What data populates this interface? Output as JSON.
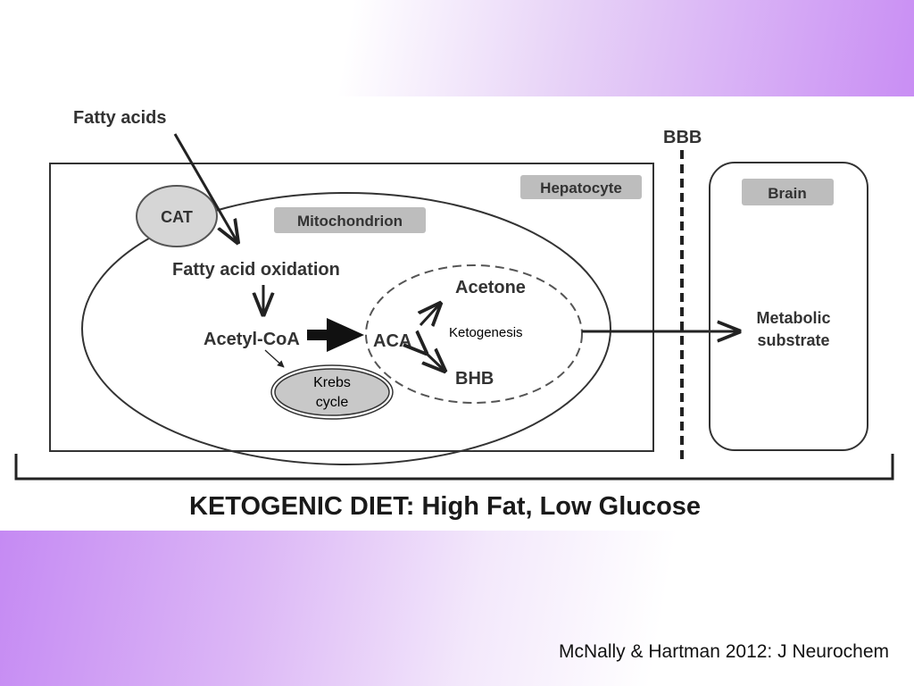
{
  "diagram": {
    "fatty_acids": "Fatty acids",
    "bbb": "BBB",
    "hepatocyte": "Hepatocyte",
    "mitochondrion": "Mitochondrion",
    "cat": "CAT",
    "fatty_acid_oxidation": "Fatty acid oxidation",
    "acetyl_coa": "Acetyl-CoA",
    "aca": "ACA",
    "acetone": "Acetone",
    "bhb": "BHB",
    "ketogenesis": "Ketogenesis",
    "krebs_line1": "Krebs",
    "krebs_line2": "cycle",
    "brain": "Brain",
    "metabolic_line1": "Metabolic",
    "metabolic_line2": "substrate",
    "diet_caption": "KETOGENIC DIET: High Fat, Low Glucose"
  },
  "citation": "McNally & Hartman 2012: J Neurochem",
  "colors": {
    "top_band_accent": "#c98ef4",
    "bottom_band_accent": "#c58af3",
    "label_box_fill": "#bdbdbd",
    "cat_fill": "#d6d6d6",
    "krebs_fill": "#c8c8c8"
  }
}
